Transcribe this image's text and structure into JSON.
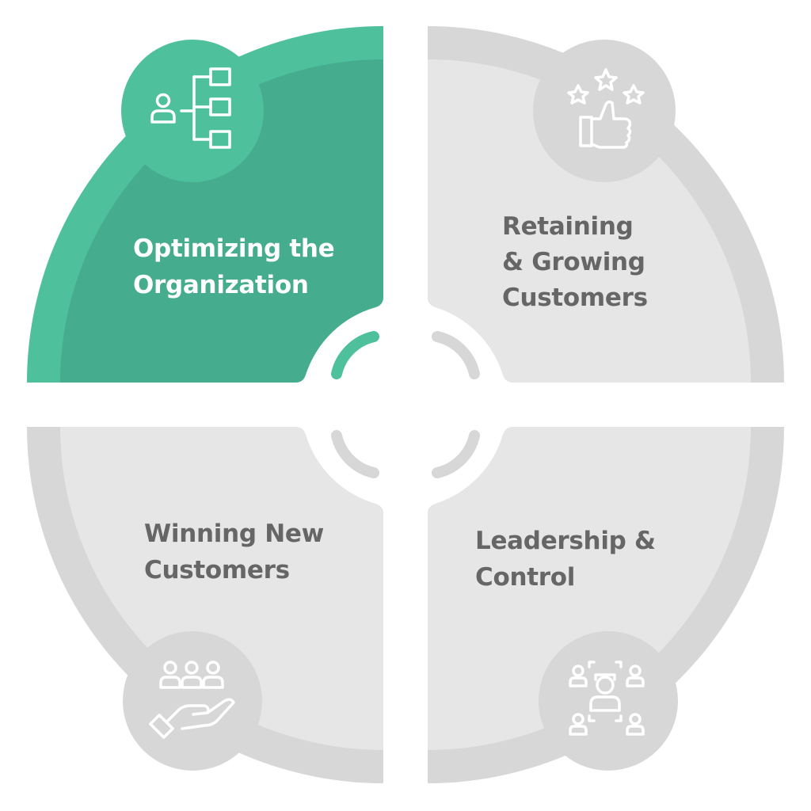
{
  "diagram": {
    "colors": {
      "active_fill": "#45ac8e",
      "active_rim": "#4ec09b",
      "inactive_fill": "#e6e6e6",
      "inactive_rim": "#d7d7d7",
      "active_text": "#ffffff",
      "inactive_text": "#666666",
      "icon_stroke": "#ffffff"
    },
    "quadrants": [
      {
        "id": "top-left",
        "active": true,
        "icon": "org-chart-icon",
        "label": [
          "Optimizing the",
          "Organization"
        ]
      },
      {
        "id": "top-right",
        "active": false,
        "icon": "thumbs-up-stars-icon",
        "label": [
          "Retaining",
          "& Growing",
          "Customers"
        ]
      },
      {
        "id": "bottom-left",
        "active": false,
        "icon": "hand-holding-people-icon",
        "label": [
          "Winning New",
          "Customers"
        ]
      },
      {
        "id": "bottom-right",
        "active": false,
        "icon": "leader-team-icon",
        "label": [
          "Leadership &",
          "Control"
        ]
      }
    ]
  }
}
